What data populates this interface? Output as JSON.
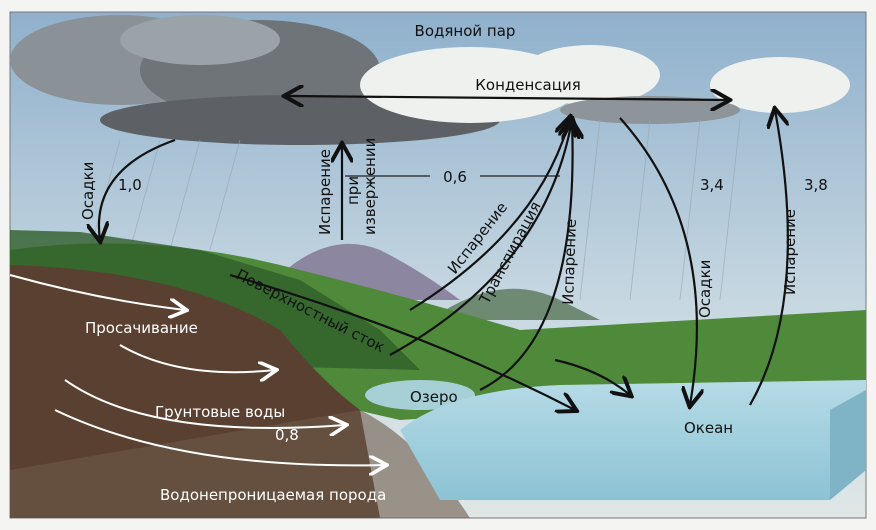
{
  "diagram": {
    "title": "Водяной пар",
    "labels": {
      "condensation": "Конденсация",
      "precip_land": "Осадки",
      "precip_land_value": "1,0",
      "volcanic_evap_1": "Испарение",
      "volcanic_evap_2": "при",
      "volcanic_evap_3": "извержении",
      "land_evap_value": "0,6",
      "evaporation_land": "Испарение",
      "transpiration": "Транспирация",
      "evaporation_lake": "Испарение",
      "surface_runoff": "Поверхностный сток",
      "precip_ocean": "Осадки",
      "precip_ocean_value": "3,4",
      "evaporation_ocean": "Испарение",
      "evaporation_ocean_value": "3,8",
      "infiltration": "Просачивание",
      "groundwater": "Грунтовые воды",
      "groundwater_value": "0,8",
      "bedrock": "Водонепроницаемая порода",
      "lake": "Озеро",
      "ocean": "Океан"
    },
    "colors": {
      "sky": "#a9c3d6",
      "soil": "#5a4030",
      "ocean": "#9ccbd9",
      "grass": "#4f8a3a"
    }
  }
}
